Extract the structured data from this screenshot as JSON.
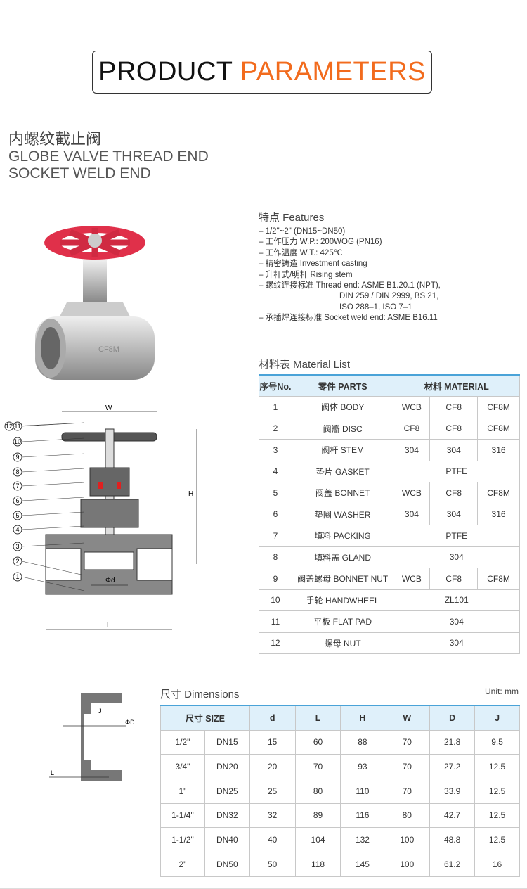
{
  "header": {
    "title_part1": "PRODUCT ",
    "title_part2": "PARAMETERS",
    "accent": "#f26b1d"
  },
  "product": {
    "name_cn": "内螺纹截止阀",
    "name_en_1": "GLOBE VALVE THREAD END",
    "name_en_2": "SOCKET WELD END",
    "casting_mark": "CF8M"
  },
  "features": {
    "title": "特点 Features",
    "items": [
      "– 1/2\"~2\" (DN15~DN50)",
      "– 工作压力 W.P.: 200WOG (PN16)",
      "– 工作温度 W.T.: 425℃",
      "– 精密铸造 Investment casting",
      "– 升杆式/明杆 Rising stem",
      "– 螺纹连接标准 Thread end: ASME B1.20.1 (NPT),",
      "                                    DIN 259 / DIN 2999, BS 21,",
      "                                    ISO 288–1, ISO 7–1",
      "– 承插焊连接标准 Socket weld end: ASME B16.11"
    ]
  },
  "diagram": {
    "labels": {
      "w": "W",
      "h": "H",
      "d": "Φd",
      "l": "L",
      "callouts": [
        "1",
        "2",
        "3",
        "4",
        "5",
        "6",
        "7",
        "8",
        "9",
        "10",
        "11",
        "12"
      ]
    },
    "socket_labels": {
      "j": "J",
      "d": "ΦD",
      "l": "L"
    }
  },
  "materials": {
    "title": "材料表 Material List",
    "headers": {
      "no": "序号No.",
      "parts": "零件 PARTS",
      "material": "材料 MATERIAL"
    },
    "rows": [
      {
        "no": "1",
        "part": "阀体 BODY",
        "mat": [
          "WCB",
          "CF8",
          "CF8M"
        ]
      },
      {
        "no": "2",
        "part": "阀瓣 DISC",
        "mat": [
          "CF8",
          "CF8",
          "CF8M"
        ]
      },
      {
        "no": "3",
        "part": "阀杆 STEM",
        "mat": [
          "304",
          "304",
          "316"
        ]
      },
      {
        "no": "4",
        "part": "垫片 GASKET",
        "mat": [
          "PTFE"
        ]
      },
      {
        "no": "5",
        "part": "阀盖 BONNET",
        "mat": [
          "WCB",
          "CF8",
          "CF8M"
        ]
      },
      {
        "no": "6",
        "part": "垫圈 WASHER",
        "mat": [
          "304",
          "304",
          "316"
        ]
      },
      {
        "no": "7",
        "part": "填料 PACKING",
        "mat": [
          "PTFE"
        ]
      },
      {
        "no": "8",
        "part": "填料盖 GLAND",
        "mat": [
          "304"
        ]
      },
      {
        "no": "9",
        "part": "阀盖螺母 BONNET NUT",
        "mat": [
          "WCB",
          "CF8",
          "CF8M"
        ]
      },
      {
        "no": "10",
        "part": "手轮 HANDWHEEL",
        "mat": [
          "ZL101"
        ]
      },
      {
        "no": "11",
        "part": "平板 FLAT PAD",
        "mat": [
          "304"
        ]
      },
      {
        "no": "12",
        "part": "螺母 NUT",
        "mat": [
          "304"
        ]
      }
    ]
  },
  "dimensions": {
    "title": "尺寸 Dimensions",
    "unit": "Unit: mm",
    "headers": [
      "尺寸 SIZE",
      "d",
      "L",
      "H",
      "W",
      "D",
      "J"
    ],
    "rows": [
      [
        "1/2\"",
        "DN15",
        "15",
        "60",
        "88",
        "70",
        "21.8",
        "9.5"
      ],
      [
        "3/4\"",
        "DN20",
        "20",
        "70",
        "93",
        "70",
        "27.2",
        "12.5"
      ],
      [
        "1\"",
        "DN25",
        "25",
        "80",
        "110",
        "70",
        "33.9",
        "12.5"
      ],
      [
        "1-1/4\"",
        "DN32",
        "32",
        "89",
        "116",
        "80",
        "42.7",
        "12.5"
      ],
      [
        "1-1/2\"",
        "DN40",
        "40",
        "104",
        "132",
        "100",
        "48.8",
        "12.5"
      ],
      [
        "2\"",
        "DN50",
        "50",
        "118",
        "145",
        "100",
        "61.2",
        "16"
      ]
    ]
  }
}
